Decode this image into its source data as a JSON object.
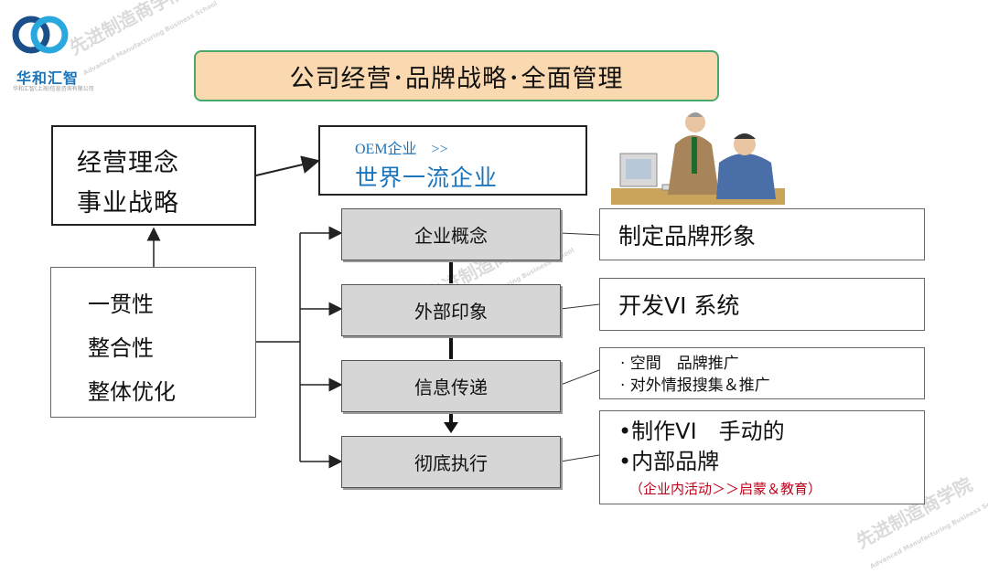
{
  "logo": {
    "name": "华和汇智",
    "sub": "华和汇智(上海)信息咨询有限公司"
  },
  "watermark": {
    "text": "先进制造商学院",
    "sub": "Advanced Manufacturing Business School"
  },
  "title": "公司经营･品牌战略･全面管理",
  "left_top": {
    "lines": [
      "经营理念",
      "事业战略"
    ]
  },
  "left_bottom": {
    "lines": [
      "一贯性",
      "整合性",
      "整体优化"
    ]
  },
  "top_center": {
    "small": "OEM企业　>>",
    "main": "世界一流企业"
  },
  "steps": [
    {
      "label": "企业概念"
    },
    {
      "label": "外部印象"
    },
    {
      "label": "信息传递"
    },
    {
      "label": "彻底执行"
    }
  ],
  "right": {
    "r1": "制定品牌形象",
    "r2": "开发VI 系统",
    "r3": [
      "· 空間　品牌推广",
      "· 对外情报搜集＆推广"
    ],
    "r4": [
      "•制作VI　手动的",
      "•内部品牌"
    ],
    "r4_note": "（企业内活动＞＞启蒙＆教育）"
  },
  "colors": {
    "title_bg": "#fad9b0",
    "title_border": "#4aa86a",
    "accent_blue": "#1b75bc",
    "note_red": "#c0001a",
    "step_grey": "#d6d6d6"
  }
}
